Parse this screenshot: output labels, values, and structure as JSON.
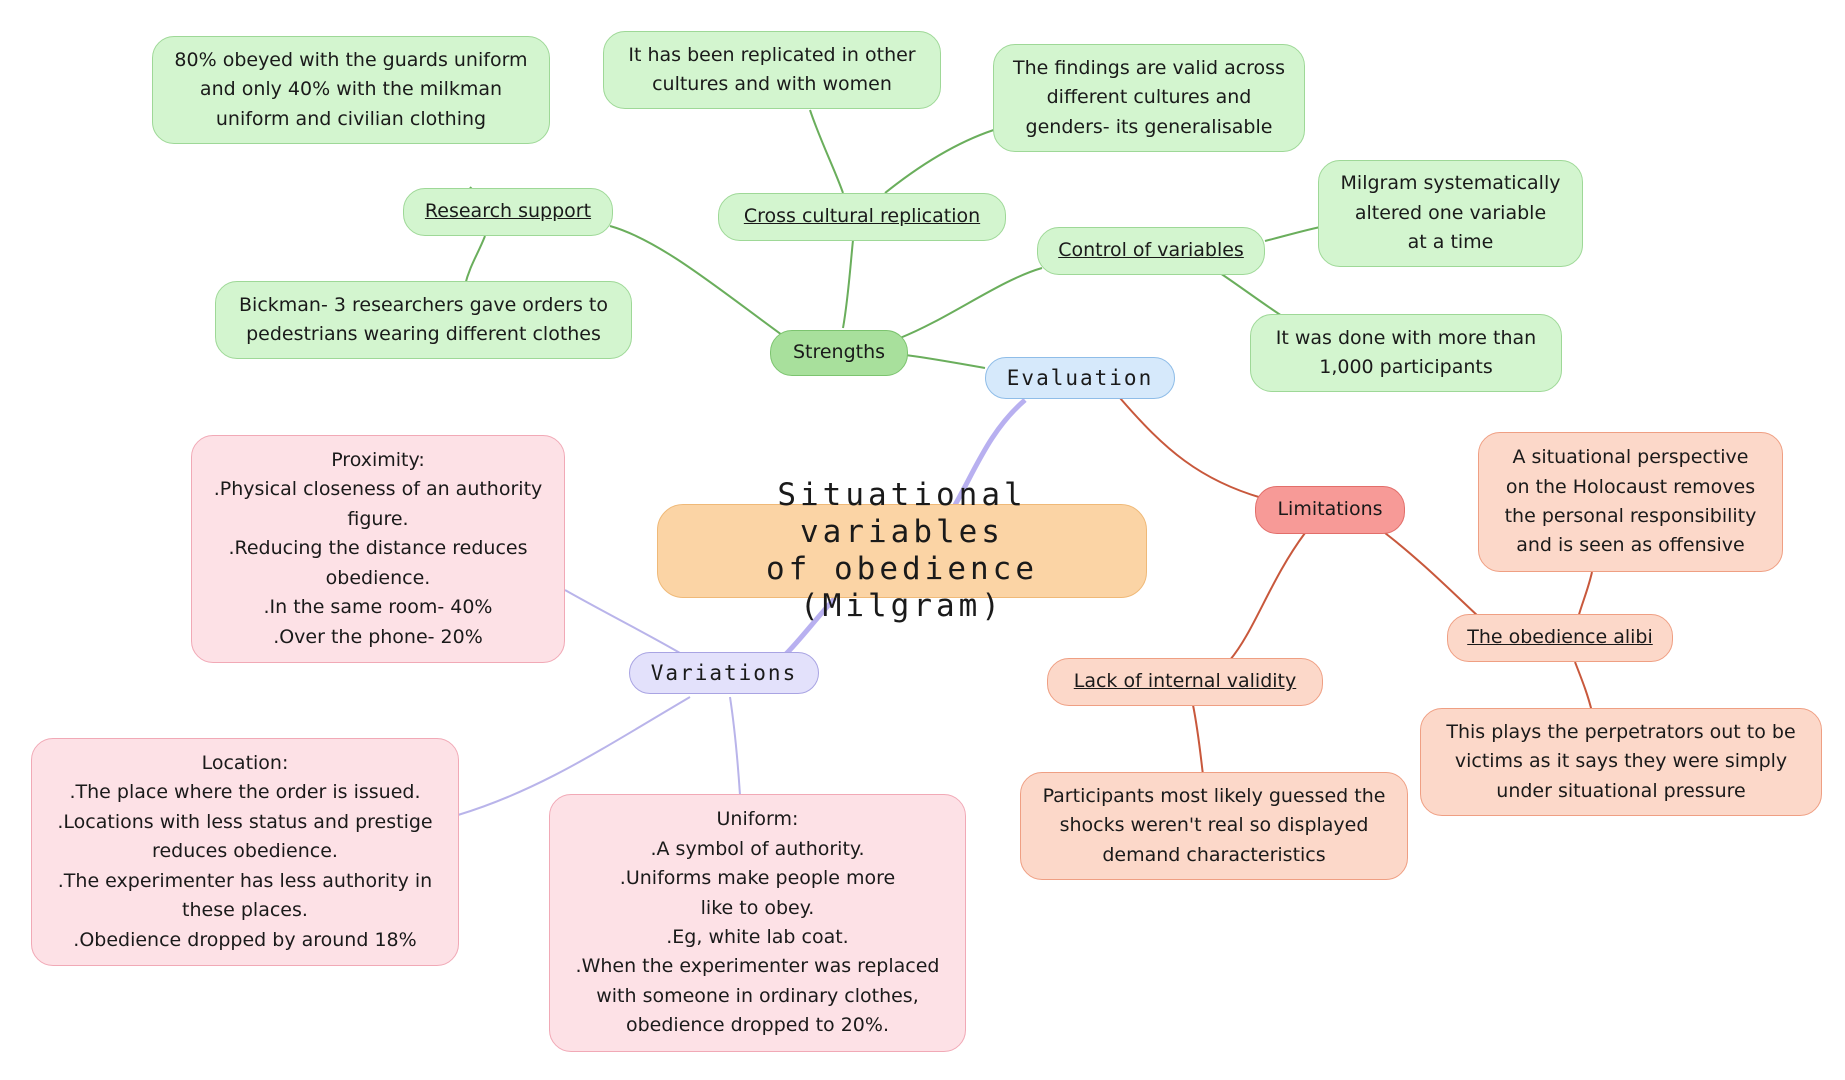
{
  "center": {
    "label": "Situational variables\nof obedience (Milgram)"
  },
  "evaluation": {
    "label": "Evaluation"
  },
  "strengths": {
    "label": "Strengths",
    "research_support": {
      "label": "Research support",
      "detail_1": "80% obeyed with the guards uniform\nand only 40% with the milkman\nuniform and civilian clothing",
      "detail_2": "Bickman- 3 researchers gave orders to\npedestrians wearing different clothes"
    },
    "cross_cultural": {
      "label": "Cross cultural replication",
      "detail_1": "It has been replicated in other\ncultures and with women",
      "detail_2": "The findings are valid across\ndifferent cultures and\ngenders- its generalisable"
    },
    "control": {
      "label": "Control of variables",
      "detail_1": "Milgram systematically\naltered one variable\nat a time",
      "detail_2": "It was done with more than\n1,000 participants"
    }
  },
  "limitations": {
    "label": "Limitations",
    "internal_validity": {
      "label": "Lack of internal validity",
      "detail": "Participants most likely guessed the\nshocks weren't real so displayed\ndemand characteristics"
    },
    "alibi": {
      "label": "The obedience alibi",
      "detail_1": "A situational perspective\non the Holocaust removes\nthe personal responsibility\nand is seen as offensive",
      "detail_2": "This plays the perpetrators out to be\nvictims as it says they were simply\nunder situational pressure"
    }
  },
  "variations": {
    "label": "Variations",
    "proximity": "Proximity:\n.Physical closeness of an authority\nfigure.\n.Reducing the distance reduces\nobedience.\n.In the same room- 40%\n.Over the phone- 20%",
    "location": "Location:\n.The place where the order is issued.\n.Locations with less status and prestige\nreduces obedience.\n.The experimenter has less authority in\nthese places.\n.Obedience dropped by around 18%",
    "uniform": "Uniform:\n.A symbol of authority.\n.Uniforms make people more\nlike to obey.\n.Eg, white lab coat.\n.When the experimenter was replaced\nwith someone in ordinary clothes,\nobedience dropped to 20%."
  },
  "colors": {
    "strength_line": "#6aae5c",
    "limitation_line": "#c8583c",
    "variation_line": "#b9b4ea",
    "main_line": "#b8b0f0"
  }
}
